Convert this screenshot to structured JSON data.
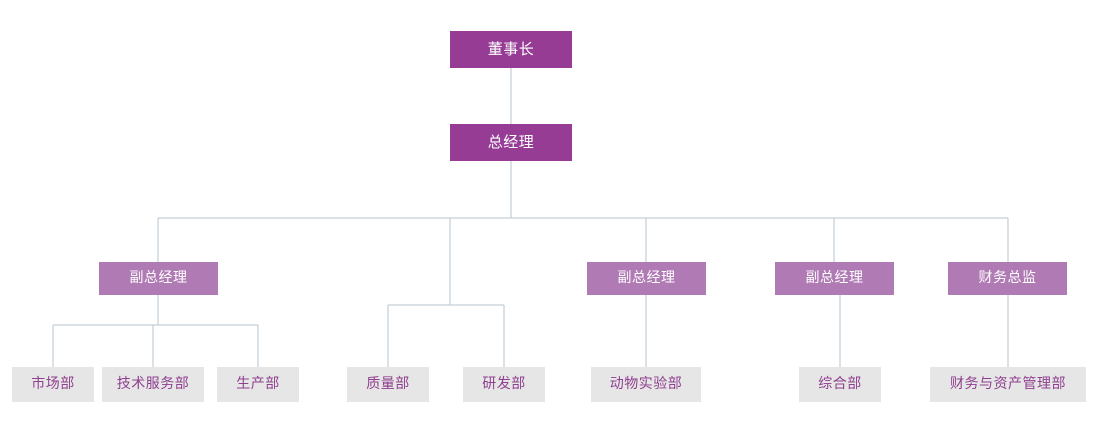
{
  "chart_title": "",
  "colors": {
    "executive_box": "#963c95",
    "executive_text": "#ffffff",
    "manager_box": "#b07ab5",
    "manager_text": "#ffffff",
    "department_box": "#e6e6e6",
    "department_text": "#8f3f8f",
    "connector_line": "#b6c4d1",
    "background": "#ffffff"
  },
  "nodes": {
    "chairman": {
      "label": "董事长",
      "level": "executive"
    },
    "general_manager": {
      "label": "总经理",
      "level": "executive"
    },
    "deputy_gm_1": {
      "label": "副总经理",
      "level": "manager"
    },
    "deputy_gm_2": {
      "label": "副总经理",
      "level": "manager"
    },
    "deputy_gm_3": {
      "label": "副总经理",
      "level": "manager"
    },
    "finance_director": {
      "label": "财务总监",
      "level": "manager"
    },
    "dept_marketing": {
      "label": "市场部",
      "level": "department"
    },
    "dept_tech_service": {
      "label": "技术服务部",
      "level": "department"
    },
    "dept_production": {
      "label": "生产部",
      "level": "department"
    },
    "dept_quality": {
      "label": "质量部",
      "level": "department"
    },
    "dept_rnd": {
      "label": "研发部",
      "level": "department"
    },
    "dept_animal_lab": {
      "label": "动物实验部",
      "level": "department"
    },
    "dept_general_affairs": {
      "label": "综合部",
      "level": "department"
    },
    "dept_finance_asset": {
      "label": "财务与资产管理部",
      "level": "department"
    }
  },
  "hierarchy": {
    "root": "chairman",
    "edges": [
      {
        "from": "chairman",
        "to": "general_manager"
      },
      {
        "from": "general_manager",
        "to": "deputy_gm_1"
      },
      {
        "from": "general_manager",
        "to": "quality_rnd_group"
      },
      {
        "from": "general_manager",
        "to": "deputy_gm_2"
      },
      {
        "from": "general_manager",
        "to": "deputy_gm_3"
      },
      {
        "from": "general_manager",
        "to": "finance_director"
      },
      {
        "from": "deputy_gm_1",
        "to": "dept_marketing"
      },
      {
        "from": "deputy_gm_1",
        "to": "dept_tech_service"
      },
      {
        "from": "deputy_gm_1",
        "to": "dept_production"
      },
      {
        "from": "quality_rnd_group",
        "to": "dept_quality"
      },
      {
        "from": "quality_rnd_group",
        "to": "dept_rnd"
      },
      {
        "from": "deputy_gm_2",
        "to": "dept_animal_lab"
      },
      {
        "from": "deputy_gm_3",
        "to": "dept_general_affairs"
      },
      {
        "from": "finance_director",
        "to": "dept_finance_asset"
      }
    ]
  }
}
